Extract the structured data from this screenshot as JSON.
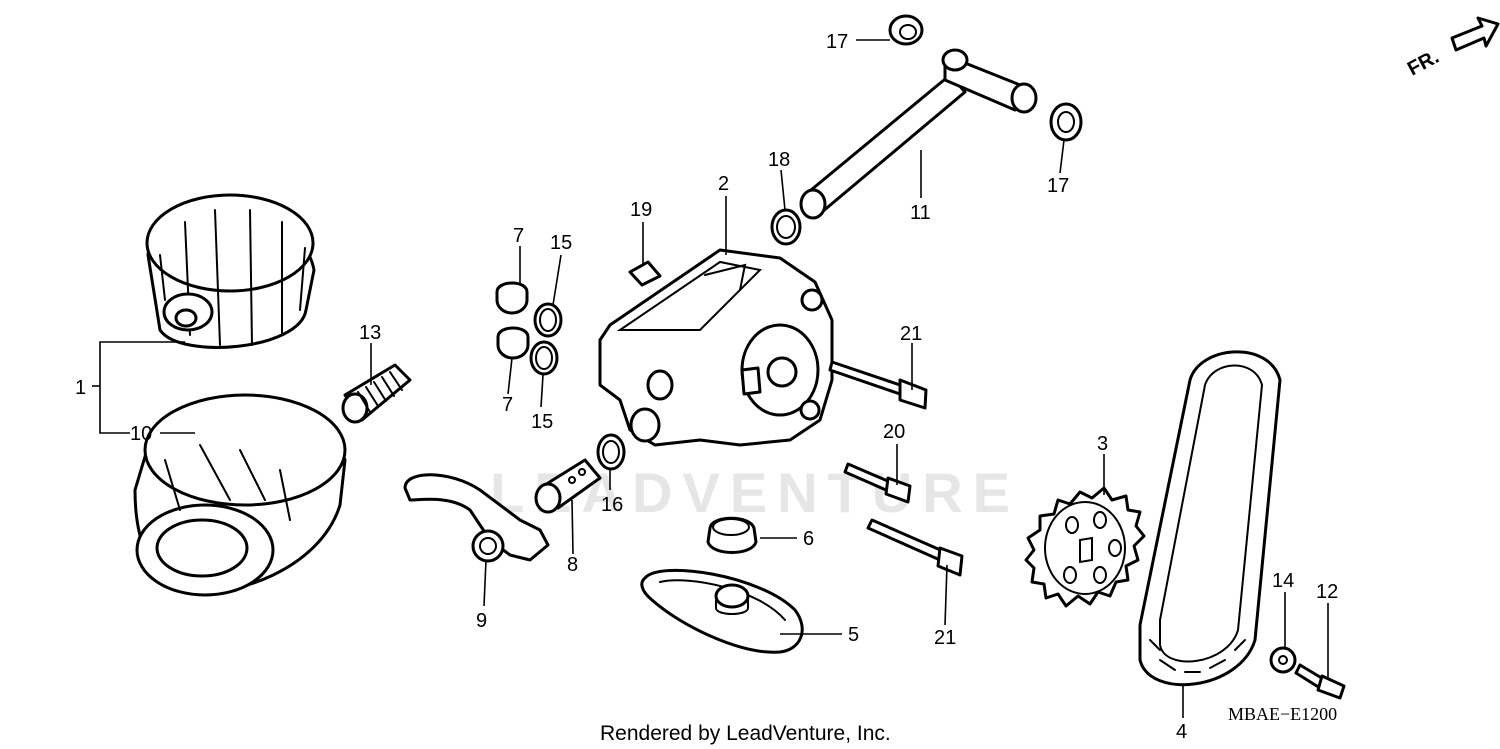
{
  "watermark": "LEADVENTURE",
  "diagram_code": "MBAE−E1200",
  "credit": "Rendered by LeadVenture, Inc.",
  "direction_label": "FR.",
  "callouts": {
    "c1": "1",
    "c2": "2",
    "c3": "3",
    "c4": "4",
    "c5": "5",
    "c6": "6",
    "c7a": "7",
    "c7b": "7",
    "c8": "8",
    "c9": "9",
    "c10": "10",
    "c11": "11",
    "c12": "12",
    "c13": "13",
    "c14": "14",
    "c15a": "15",
    "c15b": "15",
    "c16": "16",
    "c17a": "17",
    "c17b": "17",
    "c18": "18",
    "c19": "19",
    "c20": "20",
    "c21a": "21",
    "c21b": "21"
  }
}
